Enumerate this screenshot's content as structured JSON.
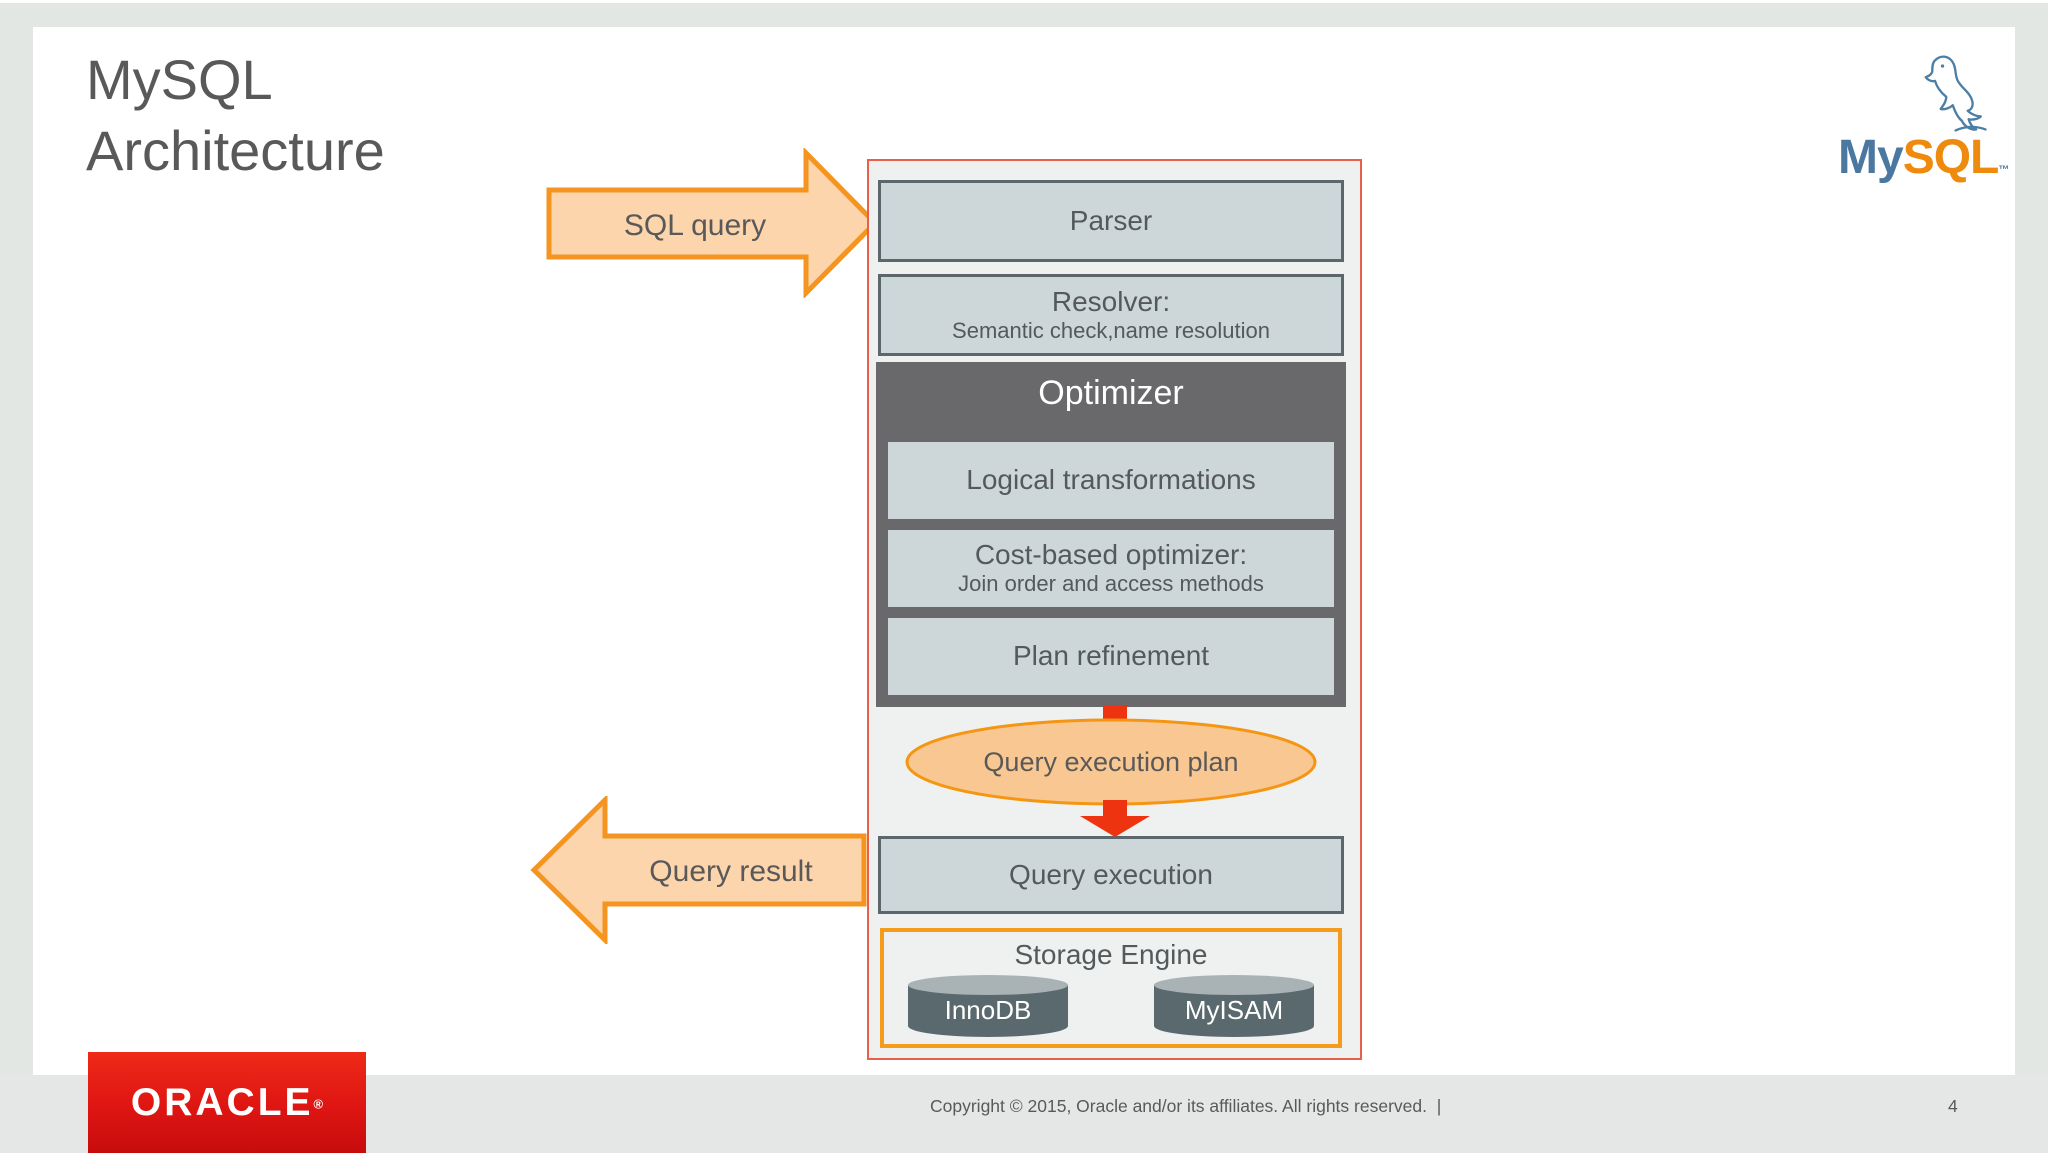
{
  "slide": {
    "title_line1": "MySQL",
    "title_line2": "Architecture",
    "footer_copyright": "Copyright © 2015, Oracle and/or its affiliates. All rights reserved.  |",
    "page_number": "4"
  },
  "branding": {
    "mysql_logo_my": "My",
    "mysql_logo_sql": "SQL",
    "mysql_logo_tm": "™",
    "oracle_logo_text": "ORACLE",
    "oracle_logo_registered": "®"
  },
  "diagram": {
    "input_arrow_label": "SQL query",
    "output_arrow_label": "Query result",
    "parser_label": "Parser",
    "resolver_title": "Resolver:",
    "resolver_subtitle": "Semantic check,name resolution",
    "optimizer_title": "Optimizer",
    "optimizer_step1": "Logical transformations",
    "optimizer_step2_title": "Cost-based optimizer:",
    "optimizer_step2_subtitle": "Join order and access methods",
    "optimizer_step3": "Plan refinement",
    "execution_plan_label": "Query execution plan",
    "execution_label": "Query execution",
    "storage_title": "Storage Engine",
    "storage_engine1": "InnoDB",
    "storage_engine2": "MyISAM"
  },
  "colors": {
    "accent_orange_border": "#F5941F",
    "accent_orange_fill": "#FCD5AC",
    "flow_red": "#EE3311",
    "diagram_border_red": "#E8604C",
    "box_fill": "#CDD7D9",
    "box_border": "#5C676B",
    "optimizer_bg": "#69696B",
    "storage_border_orange": "#F59C1C",
    "oracle_red": "#DE1512",
    "mysql_blue": "#4A78A1",
    "mysql_orange": "#EE8A0D"
  }
}
